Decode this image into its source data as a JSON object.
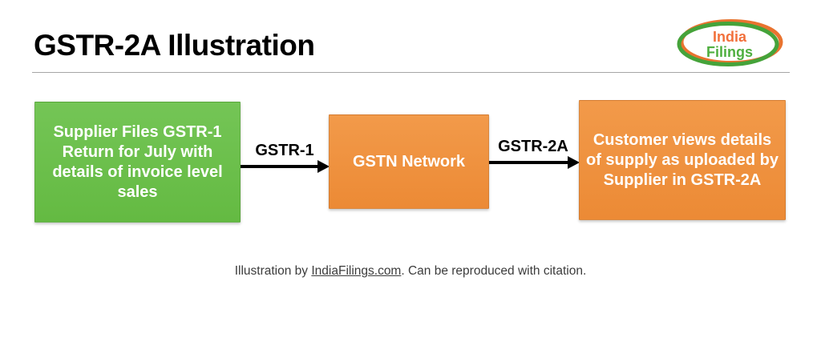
{
  "header": {
    "title": "GSTR-2A Illustration"
  },
  "logo": {
    "line1": "India",
    "line2": "Filings"
  },
  "diagram": {
    "nodes": [
      {
        "name": "supplier",
        "text": "Supplier Files GSTR-1 Return for July with details of invoice level sales",
        "color": "#6CBE4B",
        "text_color": "#FFFFFF"
      },
      {
        "name": "gstn-network",
        "text": "GSTN Network",
        "color": "#F0913E",
        "text_color": "#FFFFFF"
      },
      {
        "name": "customer",
        "text": "Customer views details of supply as uploaded by Supplier in GSTR-2A",
        "color": "#F0913E",
        "text_color": "#FFFFFF"
      }
    ],
    "arrows": [
      {
        "label": "GSTR-1",
        "color": "#000000"
      },
      {
        "label": "GSTR-2A",
        "color": "#000000"
      }
    ]
  },
  "footer": {
    "prefix": "Illustration by ",
    "link_text": "IndiaFilings.com",
    "suffix": ". Can be reproduced with citation."
  },
  "colors": {
    "logo_ring_orange": "#E9732F",
    "logo_ring_green": "#45A33A",
    "logo_text_orange": "#F2703B",
    "logo_text_green": "#4FAF3F",
    "divider_gray": "#A6A6A6"
  }
}
